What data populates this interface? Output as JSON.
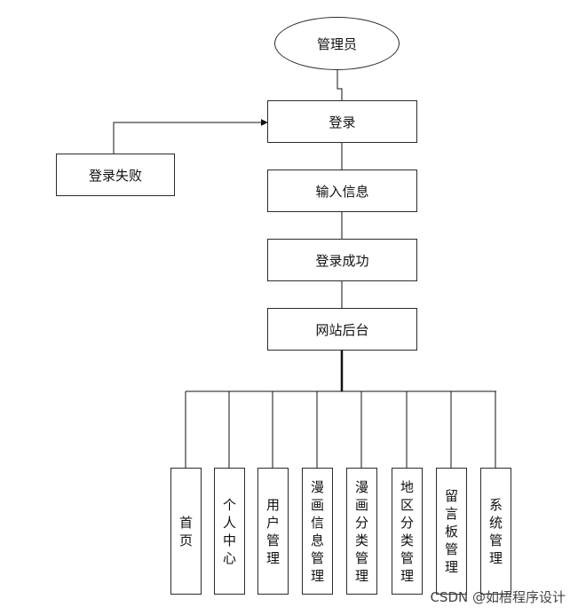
{
  "diagram": {
    "root": "管理员",
    "login": "登录",
    "login_failed": "登录失败",
    "input_info": "输入信息",
    "login_success": "登录成功",
    "backend": "网站后台",
    "modules": [
      "首页",
      "个人中心",
      "用户管理",
      "漫画信息管理",
      "漫画分类管理",
      "地区分类管理",
      "留言板管理",
      "系统管理"
    ]
  },
  "watermark": "CSDN @如梧程序设计"
}
